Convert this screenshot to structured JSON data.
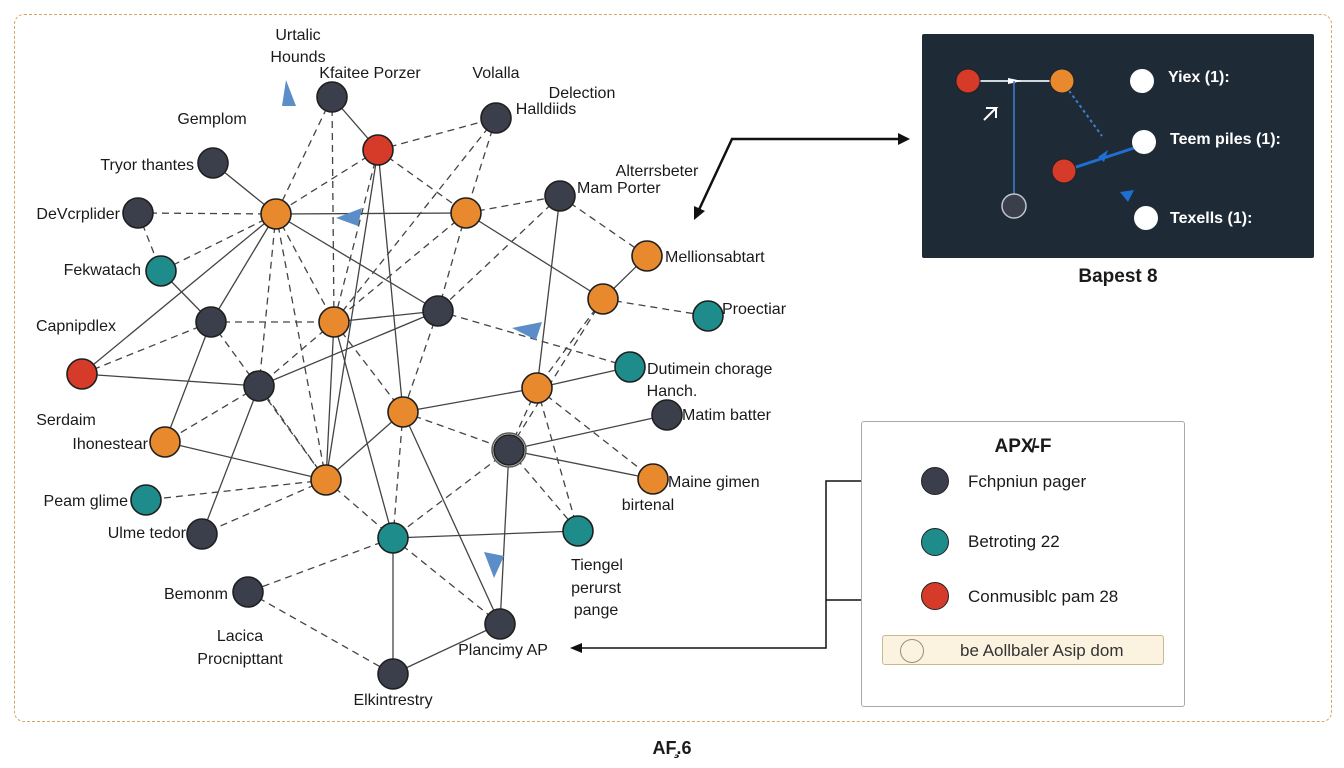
{
  "colors": {
    "orange": "#e8892e",
    "dark": "#3b3f4c",
    "teal": "#1e8c8a",
    "red": "#d63b2a",
    "edge": "#444444",
    "arrow": "#5b8ec9",
    "frame": "#d9a36a",
    "inset_bg": "#1e2a36"
  },
  "nodes": [
    {
      "id": "n_top_dark",
      "type": "dark",
      "label": "Kfaitee Porzer"
    },
    {
      "id": "n_top_red",
      "type": "red",
      "label": ""
    },
    {
      "id": "n_volalla",
      "type": "dark",
      "label": "Volalla"
    },
    {
      "id": "n_gemplom",
      "type": "dark",
      "label": "Tryor thantes"
    },
    {
      "id": "n_devcplider",
      "type": "dark",
      "label": "DeVcrplider"
    },
    {
      "id": "n_hub_orange_left",
      "type": "orange",
      "label": ""
    },
    {
      "id": "n_mid_orange_top",
      "type": "orange",
      "label": ""
    },
    {
      "id": "n_mam_porter",
      "type": "dark",
      "label": "Mam Porter"
    },
    {
      "id": "n_fekwatach",
      "type": "teal",
      "label": "Fekwatach"
    },
    {
      "id": "n_mellions",
      "type": "orange",
      "label": "Mellionsabtart"
    },
    {
      "id": "n_proectiar",
      "type": "teal",
      "label": "Proectiar"
    },
    {
      "id": "n_right_orange",
      "type": "orange",
      "label": ""
    },
    {
      "id": "n_capnipdlex",
      "type": "dark",
      "label": "Capnipdlex"
    },
    {
      "id": "n_center_orange",
      "type": "orange",
      "label": ""
    },
    {
      "id": "n_center_dark",
      "type": "dark",
      "label": ""
    },
    {
      "id": "n_dutimein",
      "type": "teal",
      "label": "Dutimein chorage"
    },
    {
      "id": "n_left_red",
      "type": "red",
      "label": ""
    },
    {
      "id": "n_left_dark",
      "type": "dark",
      "label": ""
    },
    {
      "id": "n_orange_rmid",
      "type": "orange",
      "label": ""
    },
    {
      "id": "n_matim",
      "type": "dark",
      "label": "Matim batter"
    },
    {
      "id": "n_orange_mid2",
      "type": "orange",
      "label": ""
    },
    {
      "id": "n_ihonestear",
      "type": "orange",
      "label": "Ihonestear"
    },
    {
      "id": "n_dark_ring",
      "type": "dark",
      "label": ""
    },
    {
      "id": "n_maine",
      "type": "orange",
      "label": "Maine gimen"
    },
    {
      "id": "n_peam",
      "type": "teal",
      "label": "Peam glime"
    },
    {
      "id": "n_orange_low",
      "type": "orange",
      "label": ""
    },
    {
      "id": "n_ulme",
      "type": "dark",
      "label": "Ulme tedor"
    },
    {
      "id": "n_tiengel",
      "type": "teal",
      "label": "Tiengel"
    },
    {
      "id": "n_teal_low",
      "type": "teal",
      "label": ""
    },
    {
      "id": "n_bemonm",
      "type": "dark",
      "label": "Bemonm"
    },
    {
      "id": "n_plancimy",
      "type": "dark",
      "label": "Plancimy AP"
    },
    {
      "id": "n_elkintrestry",
      "type": "dark",
      "label": "Elkintrestry"
    }
  ],
  "edges": [
    {
      "from": "n_top_dark",
      "to": "n_hub_orange_left",
      "style": "dashed"
    },
    {
      "from": "n_top_dark",
      "to": "n_center_orange",
      "style": "dashed"
    },
    {
      "from": "n_top_red",
      "to": "n_hub_orange_left",
      "style": "dashed"
    },
    {
      "from": "n_top_red",
      "to": "n_volalla",
      "style": "dashed"
    },
    {
      "from": "n_top_red",
      "to": "n_mid_orange_top",
      "style": "dashed"
    },
    {
      "from": "n_top_red",
      "to": "n_center_orange",
      "style": "dashed"
    },
    {
      "from": "n_top_red",
      "to": "n_orange_mid2",
      "style": "solid"
    },
    {
      "from": "n_top_red",
      "to": "n_orange_low",
      "style": "solid"
    },
    {
      "from": "n_top_red",
      "to": "n_top_dark",
      "style": "solid"
    },
    {
      "from": "n_volalla",
      "to": "n_mid_orange_top",
      "style": "dashed"
    },
    {
      "from": "n_volalla",
      "to": "n_center_orange",
      "style": "dashed"
    },
    {
      "from": "n_gemplom",
      "to": "n_hub_orange_left",
      "style": "solid"
    },
    {
      "from": "n_devcplider",
      "to": "n_hub_orange_left",
      "style": "dashed"
    },
    {
      "from": "n_devcplider",
      "to": "n_fekwatach",
      "style": "dashed"
    },
    {
      "from": "n_hub_orange_left",
      "to": "n_mid_orange_top",
      "style": "solid"
    },
    {
      "from": "n_hub_orange_left",
      "to": "n_fekwatach",
      "style": "dashed"
    },
    {
      "from": "n_hub_orange_left",
      "to": "n_capnipdlex",
      "style": "solid"
    },
    {
      "from": "n_hub_orange_left",
      "to": "n_center_orange",
      "style": "dashed"
    },
    {
      "from": "n_hub_orange_left",
      "to": "n_center_dark",
      "style": "solid"
    },
    {
      "from": "n_hub_orange_left",
      "to": "n_left_dark",
      "style": "dashed"
    },
    {
      "from": "n_hub_orange_left",
      "to": "n_left_red",
      "style": "solid"
    },
    {
      "from": "n_hub_orange_left",
      "to": "n_orange_low",
      "style": "dashed"
    },
    {
      "from": "n_mid_orange_top",
      "to": "n_mam_porter",
      "style": "dashed"
    },
    {
      "from": "n_mid_orange_top",
      "to": "n_center_orange",
      "style": "dashed"
    },
    {
      "from": "n_mid_orange_top",
      "to": "n_center_dark",
      "style": "dashed"
    },
    {
      "from": "n_mid_orange_top",
      "to": "n_right_orange",
      "style": "solid"
    },
    {
      "from": "n_mam_porter",
      "to": "n_mellions",
      "style": "dashed"
    },
    {
      "from": "n_mam_porter",
      "to": "n_center_dark",
      "style": "dashed"
    },
    {
      "from": "n_mam_porter",
      "to": "n_orange_rmid",
      "style": "solid"
    },
    {
      "from": "n_mellions",
      "to": "n_right_orange",
      "style": "solid"
    },
    {
      "from": "n_right_orange",
      "to": "n_proectiar",
      "style": "dashed"
    },
    {
      "from": "n_right_orange",
      "to": "n_orange_rmid",
      "style": "dashed"
    },
    {
      "from": "n_right_orange",
      "to": "n_dark_ring",
      "style": "dashed"
    },
    {
      "from": "n_fekwatach",
      "to": "n_capnipdlex",
      "style": "solid"
    },
    {
      "from": "n_capnipdlex",
      "to": "n_center_orange",
      "style": "dashed"
    },
    {
      "from": "n_capnipdlex",
      "to": "n_left_red",
      "style": "dashed"
    },
    {
      "from": "n_capnipdlex",
      "to": "n_ihonestear",
      "style": "solid"
    },
    {
      "from": "n_capnipdlex",
      "to": "n_orange_low",
      "style": "dashed"
    },
    {
      "from": "n_center_orange",
      "to": "n_center_dark",
      "style": "solid"
    },
    {
      "from": "n_center_orange",
      "to": "n_left_dark",
      "style": "dashed"
    },
    {
      "from": "n_center_orange",
      "to": "n_orange_mid2",
      "style": "dashed"
    },
    {
      "from": "n_center_orange",
      "to": "n_teal_low",
      "style": "solid"
    },
    {
      "from": "n_center_orange",
      "to": "n_orange_low",
      "style": "solid"
    },
    {
      "from": "n_center_dark",
      "to": "n_dutimein",
      "style": "dashed"
    },
    {
      "from": "n_center_dark",
      "to": "n_left_dark",
      "style": "solid"
    },
    {
      "from": "n_center_dark",
      "to": "n_orange_mid2",
      "style": "dashed"
    },
    {
      "from": "n_dutimein",
      "to": "n_orange_rmid",
      "style": "solid"
    },
    {
      "from": "n_orange_rmid",
      "to": "n_orange_mid2",
      "style": "solid"
    },
    {
      "from": "n_orange_rmid",
      "to": "n_dark_ring",
      "style": "dashed"
    },
    {
      "from": "n_orange_rmid",
      "to": "n_maine",
      "style": "dashed"
    },
    {
      "from": "n_orange_rmid",
      "to": "n_tiengel",
      "style": "dashed"
    },
    {
      "from": "n_matim",
      "to": "n_dark_ring",
      "style": "solid"
    },
    {
      "from": "n_left_dark",
      "to": "n_ihonestear",
      "style": "dashed"
    },
    {
      "from": "n_left_dark",
      "to": "n_orange_low",
      "style": "dashed"
    },
    {
      "from": "n_left_dark",
      "to": "n_ulme",
      "style": "solid"
    },
    {
      "from": "n_left_dark",
      "to": "n_left_red",
      "style": "solid"
    },
    {
      "from": "n_ihonestear",
      "to": "n_orange_low",
      "style": "solid"
    },
    {
      "from": "n_orange_mid2",
      "to": "n_dark_ring",
      "style": "dashed"
    },
    {
      "from": "n_orange_mid2",
      "to": "n_orange_low",
      "style": "solid"
    },
    {
      "from": "n_orange_mid2",
      "to": "n_plancimy",
      "style": "solid"
    },
    {
      "from": "n_orange_mid2",
      "to": "n_teal_low",
      "style": "dashed"
    },
    {
      "from": "n_dark_ring",
      "to": "n_maine",
      "style": "solid"
    },
    {
      "from": "n_dark_ring",
      "to": "n_plancimy",
      "style": "solid"
    },
    {
      "from": "n_dark_ring",
      "to": "n_teal_low",
      "style": "dashed"
    },
    {
      "from": "n_dark_ring",
      "to": "n_tiengel",
      "style": "dashed"
    },
    {
      "from": "n_orange_low",
      "to": "n_peam",
      "style": "dashed"
    },
    {
      "from": "n_orange_low",
      "to": "n_ulme",
      "style": "dashed"
    },
    {
      "from": "n_orange_low",
      "to": "n_teal_low",
      "style": "dashed"
    },
    {
      "from": "n_teal_low",
      "to": "n_tiengel",
      "style": "solid"
    },
    {
      "from": "n_teal_low",
      "to": "n_bemonm",
      "style": "dashed"
    },
    {
      "from": "n_teal_low",
      "to": "n_plancimy",
      "style": "dashed"
    },
    {
      "from": "n_teal_low",
      "to": "n_elkintrestry",
      "style": "solid"
    },
    {
      "from": "n_bemonm",
      "to": "n_elkintrestry",
      "style": "dashed"
    },
    {
      "from": "n_plancimy",
      "to": "n_elkintrestry",
      "style": "solid"
    }
  ],
  "extra_labels": [
    {
      "id": "lbl_urtalic",
      "text": "Urtalic"
    },
    {
      "id": "lbl_hounds",
      "text": "Hounds"
    },
    {
      "id": "lbl_gemplom",
      "text": "Gemplom"
    },
    {
      "id": "lbl_delection",
      "text": "Delection"
    },
    {
      "id": "lbl_halldiids",
      "text": "Halldiids"
    },
    {
      "id": "lbl_alterrsbeter",
      "text": "Alterrsbeter"
    },
    {
      "id": "lbl_hanch",
      "text": "Hanch."
    },
    {
      "id": "lbl_serdaim",
      "text": "Serdaim"
    },
    {
      "id": "lbl_birtenal",
      "text": "birtenal"
    },
    {
      "id": "lbl_perurst",
      "text": "perurst"
    },
    {
      "id": "lbl_pange",
      "text": "pange"
    },
    {
      "id": "lbl_lacica",
      "text": "Lacica"
    },
    {
      "id": "lbl_procnipttant",
      "text": "Procnipttant"
    }
  ],
  "inset": {
    "caption": "Bapest 8",
    "items": [
      {
        "label": "Yiex (1):"
      },
      {
        "label": "Teem piles (1):"
      },
      {
        "label": "Texells (1):"
      }
    ]
  },
  "legend": {
    "title": "APX̸-F",
    "items": [
      {
        "type": "dark",
        "label": "Fchpniun pager"
      },
      {
        "type": "teal",
        "label": "Betroting 22"
      },
      {
        "type": "red",
        "label": "Conmusiblc pam 28"
      }
    ],
    "button_label": "be Aollbaler Asip dom"
  },
  "footer": "AF̧.6"
}
